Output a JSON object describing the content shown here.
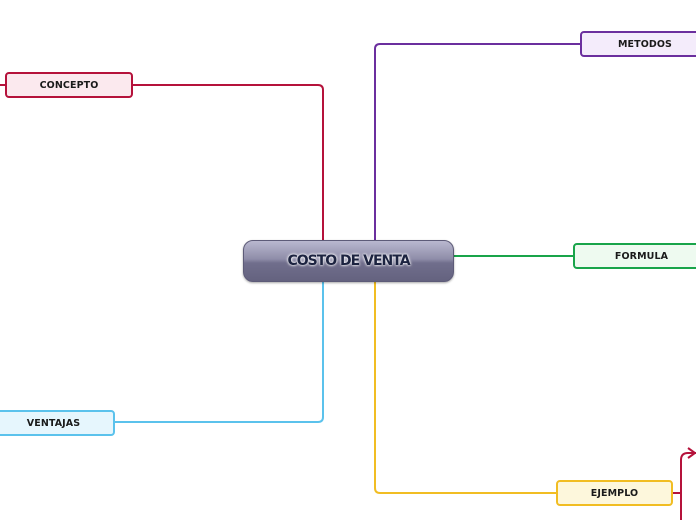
{
  "mindmap": {
    "central_topic": "COSTO DE VENTA",
    "branches": [
      {
        "id": "concepto",
        "label": "CONCEPTO",
        "color": "#b5123b"
      },
      {
        "id": "ventajas",
        "label": "VENTAJAS",
        "color": "#5bc2ec"
      },
      {
        "id": "metodos",
        "label": "METODOS",
        "color": "#6b2f9e"
      },
      {
        "id": "formula",
        "label": "FORMULA",
        "color": "#19a44a"
      },
      {
        "id": "ejemplo",
        "label": "EJEMPLO",
        "color": "#f1bd23"
      }
    ],
    "subbranch_color": "#b5123b",
    "central_color": "#706e8c"
  }
}
